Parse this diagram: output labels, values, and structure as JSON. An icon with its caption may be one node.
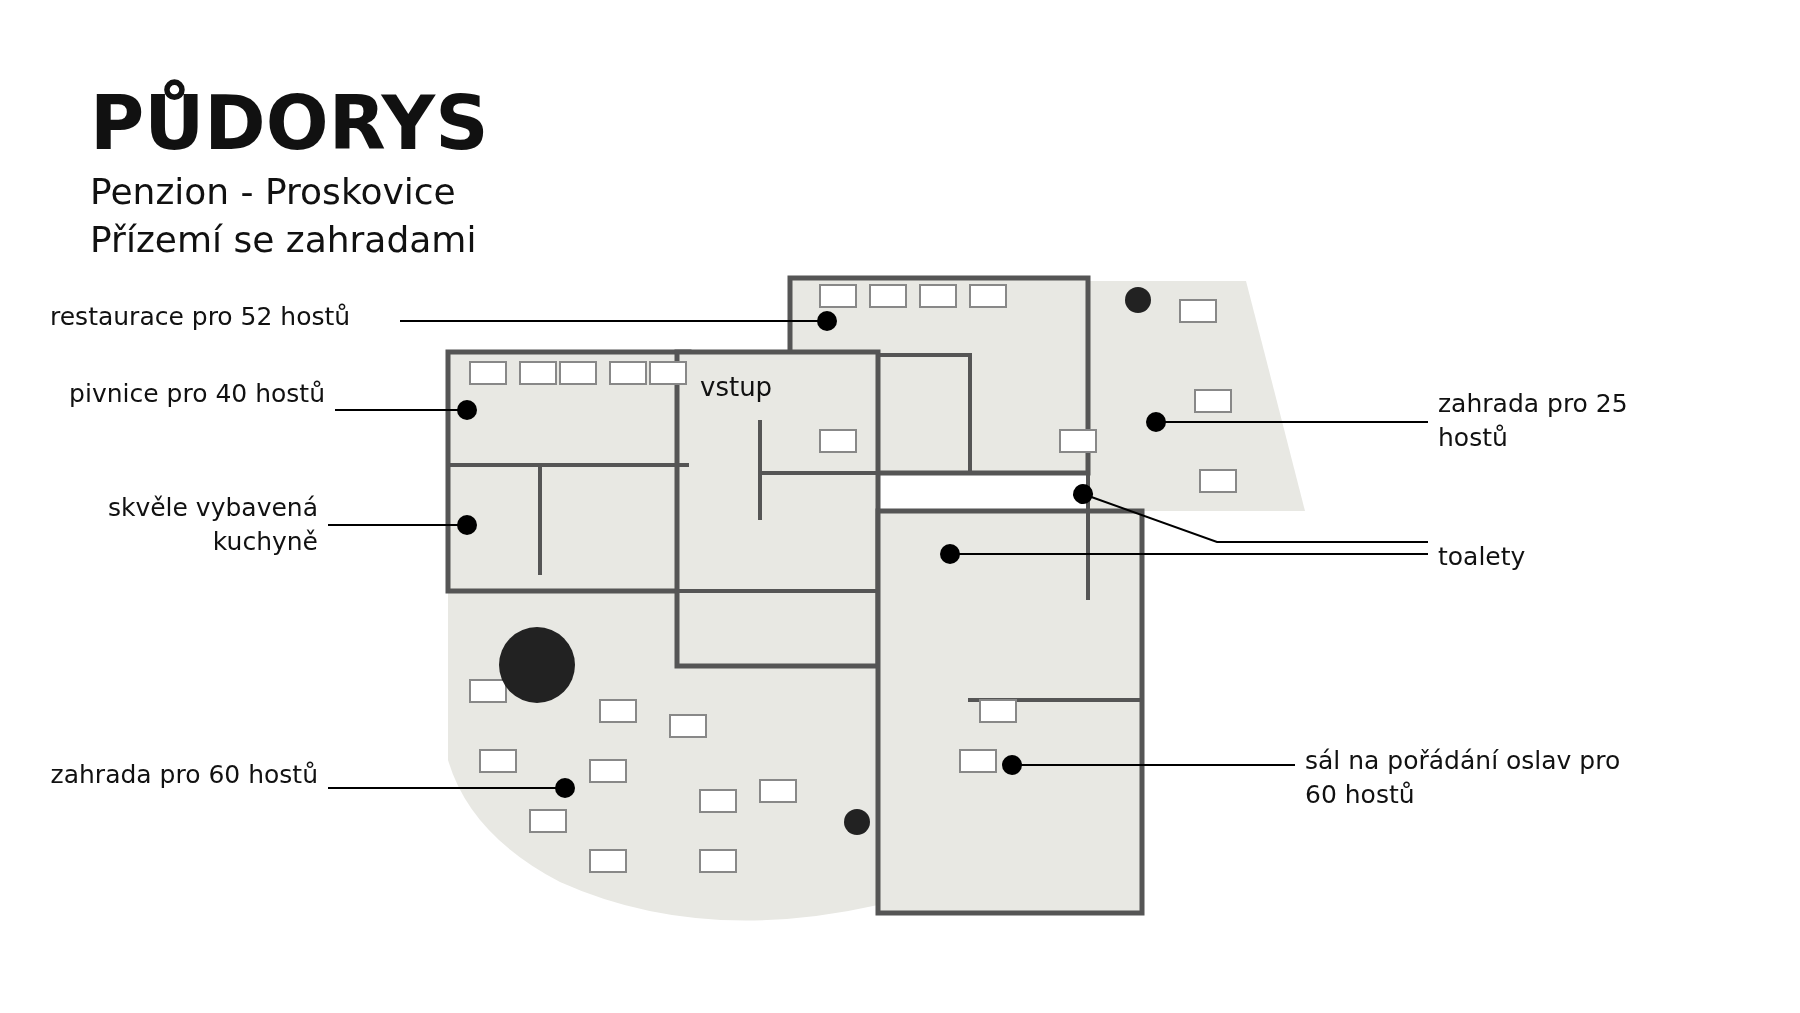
{
  "diagram": {
    "title": "PŮDORYS",
    "nodes": [
      {
        "text": [
          "restaurace pro 52 hostů"
        ]
      },
      {
        "text": [
          "pivnice pro 40 hostů"
        ]
      },
      {
        "text": [
          "skvěle vybavená kuchyně"
        ]
      },
      {
        "text": [
          "zahrada pro 60 hostů"
        ]
      },
      {
        "text": [
          "zahrada pro 25 hostů"
        ]
      },
      {
        "text": [
          "toalety"
        ]
      },
      {
        "text": [
          "sál na pořádání oslav pro 60 hostů"
        ]
      }
    ],
    "edges": [
      {
        "from": 0,
        "to": null,
        "arrow": "other"
      },
      {
        "from": 1,
        "to": null,
        "arrow": "other"
      },
      {
        "from": 2,
        "to": null,
        "arrow": "other"
      },
      {
        "from": 3,
        "to": null,
        "arrow": "other"
      },
      {
        "from": 4,
        "to": null,
        "arrow": "other"
      },
      {
        "from": 5,
        "to": null,
        "arrow": "other"
      },
      {
        "from": 5,
        "to": null,
        "arrow": "other"
      },
      {
        "from": 6,
        "to": null,
        "arrow": "other"
      }
    ],
    "labels": [
      "Penzion - Proskovice",
      "Přízemí se zahradami",
      "vstup"
    ]
  }
}
